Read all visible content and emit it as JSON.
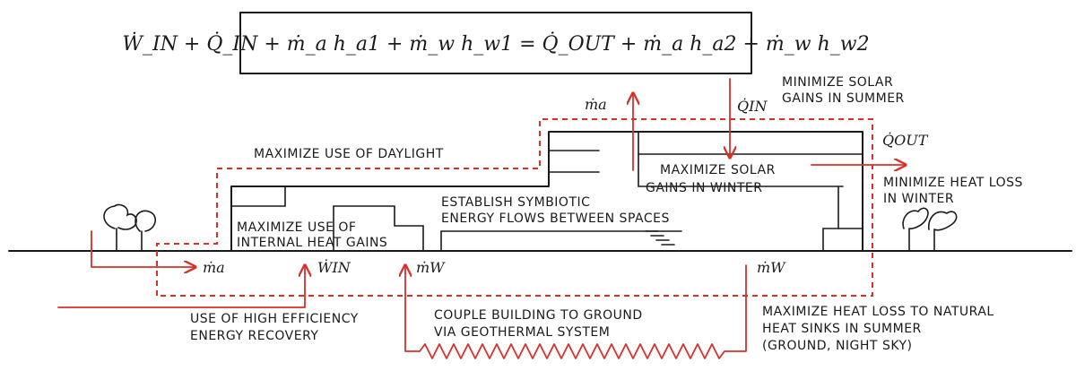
{
  "equation": "Ẇ_IN + Q̇_IN + ṁ_a h_a1 + ṁ_w h_w1 = Q̇_OUT + ṁ_a h_a2 + ṁ_w h_w2",
  "labels": {
    "daylight": "MAXIMIZE USE OF DAYLIGHT",
    "solar_summer_1": "MINIMIZE SOLAR",
    "solar_summer_2": "GAINS IN SUMMER",
    "solar_winter_1": "MAXIMIZE SOLAR",
    "solar_winter_2": "GAINS IN WINTER",
    "heat_loss_winter_1": "MINIMIZE HEAT LOSS",
    "heat_loss_winter_2": "IN WINTER",
    "internal_gains_1": "MAXIMIZE USE OF",
    "internal_gains_2": "INTERNAL HEAT GAINS",
    "symbiotic_1": "ESTABLISH SYMBIOTIC",
    "symbiotic_2": "ENERGY FLOWS BETWEEN SPACES",
    "recovery_1": "USE OF HIGH EFFICIENCY",
    "recovery_2": "ENERGY RECOVERY",
    "geothermal_1": "COUPLE BUILDING TO GROUND",
    "geothermal_2": "VIA GEOTHERMAL SYSTEM",
    "heat_sinks_1": "MAXIMIZE HEAT LOSS TO NATURAL",
    "heat_sinks_2": "HEAT SINKS IN SUMMER",
    "heat_sinks_3": "(GROUND, NIGHT SKY)"
  },
  "symbols": {
    "m_a_top": "ṁa",
    "q_in": "Q̇IN",
    "q_out": "Q̇OUT",
    "m_a_bottom": "ṁa",
    "w_in": "ẆIN",
    "m_w_left": "ṁW",
    "m_w_right": "ṁW"
  },
  "colors": {
    "ink": "#1a1a1a",
    "accent": "#d6302a"
  }
}
